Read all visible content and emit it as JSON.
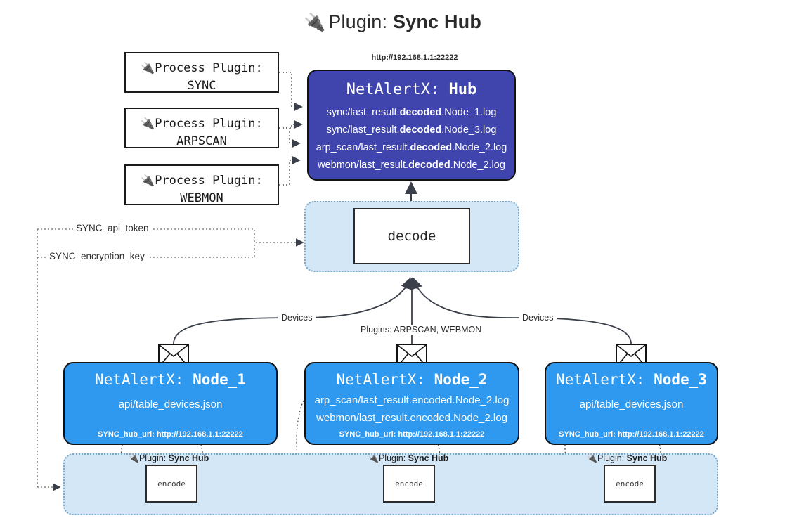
{
  "title": {
    "icon": "plug-icon",
    "prefix": "Plugin:",
    "name": "Sync Hub"
  },
  "process_plugins": [
    {
      "icon": "plug-icon",
      "line1": "Process Plugin:",
      "line2": "SYNC"
    },
    {
      "icon": "plug-icon",
      "line1": "Process Plugin:",
      "line2": "ARPSCAN"
    },
    {
      "icon": "plug-icon",
      "line1": "Process Plugin:",
      "line2": "WEBMON"
    }
  ],
  "hub": {
    "url": "http://192.168.1.1:22222",
    "title_prefix": "NetAlertX:",
    "title_name": "Hub",
    "color": "#4045ae",
    "logs": [
      {
        "pre": "sync/last_result.",
        "mid": "decoded",
        "post": ".Node_1.log"
      },
      {
        "pre": "sync/last_result.",
        "mid": "decoded",
        "post": ".Node_3.log"
      },
      {
        "pre": "arp_scan/last_result.",
        "mid": "decoded",
        "post": ".Node_2.log"
      },
      {
        "pre": "webmon/last_result.",
        "mid": "decoded",
        "post": ".Node_2.log"
      }
    ]
  },
  "decode": {
    "label": "decode",
    "band_color": "#d4e7f7"
  },
  "env_vars": [
    {
      "label": "SYNC_api_token"
    },
    {
      "label": "SYNC_encryption_key"
    }
  ],
  "edge_labels": {
    "devices_left": "Devices",
    "devices_right": "Devices",
    "plugins_center": "Plugins: ARPSCAN, WEBMON"
  },
  "nodes": [
    {
      "title_prefix": "NetAlertX:",
      "title_name": "Node_1",
      "color": "#2f98ef",
      "lines": [
        "api/table_devices.json"
      ],
      "hub_url_label": "SYNC_hub_url: http://192.168.1.1:22222"
    },
    {
      "title_prefix": "NetAlertX:",
      "title_name": "Node_2",
      "color": "#2f98ef",
      "lines": [
        "arp_scan/last_result.encoded.Node_2.log",
        "webmon/last_result.encoded.Node_2.log"
      ],
      "hub_url_label": "SYNC_hub_url: http://192.168.1.1:22222"
    },
    {
      "title_prefix": "NetAlertX:",
      "title_name": "Node_3",
      "color": "#2f98ef",
      "lines": [
        "api/table_devices.json"
      ],
      "hub_url_label": "SYNC_hub_url: http://192.168.1.1:22222"
    }
  ],
  "encode_sections": [
    {
      "tag_prefix": "Plugin:",
      "tag_name": "Sync Hub",
      "box_label": "encode"
    },
    {
      "tag_prefix": "Plugin:",
      "tag_name": "Sync Hub",
      "box_label": "encode"
    },
    {
      "tag_prefix": "Plugin:",
      "tag_name": "Sync Hub",
      "box_label": "encode"
    }
  ]
}
